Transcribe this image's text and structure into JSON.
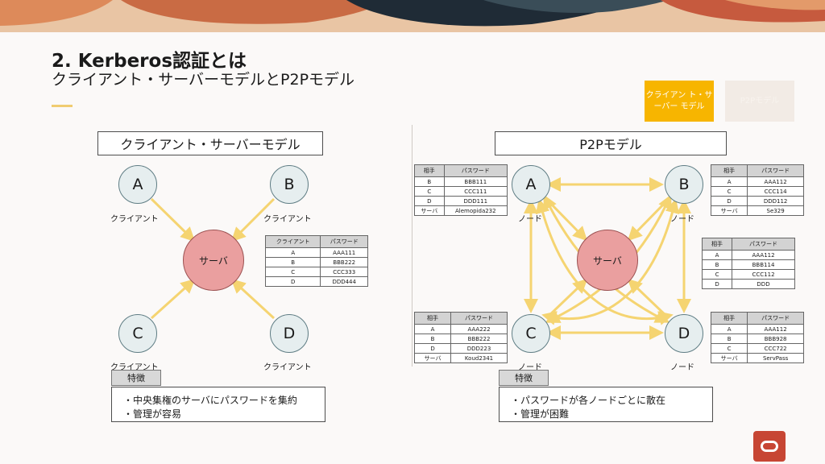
{
  "slide": {
    "title": "2. Kerberos認証とは",
    "subtitle": "クライアント・サーバーモデルとP2Pモデル"
  },
  "tabs": {
    "active": "クライアン ト・サーバー モデル",
    "inactive": "P2Pモデル"
  },
  "left": {
    "section_title": "クライアント・サーバーモデル",
    "server_label": "サーバ",
    "nodes": [
      {
        "name": "A",
        "label": "クライアント"
      },
      {
        "name": "B",
        "label": "クライアント"
      },
      {
        "name": "C",
        "label": "クライアント"
      },
      {
        "name": "D",
        "label": "クライアント"
      }
    ],
    "table": {
      "headers": [
        "クライアント",
        "パスワード"
      ],
      "rows": [
        [
          "A",
          "AAA111"
        ],
        [
          "B",
          "BBB222"
        ],
        [
          "C",
          "CCC333"
        ],
        [
          "D",
          "DDD444"
        ]
      ]
    },
    "feature_label": "特徴",
    "features": [
      "・中央集権のサーバにパスワードを集約",
      "・管理が容易"
    ]
  },
  "right": {
    "section_title": "P2Pモデル",
    "server_label": "サーバ",
    "nodes": [
      {
        "name": "A",
        "label": "ノード"
      },
      {
        "name": "B",
        "label": "ノード"
      },
      {
        "name": "C",
        "label": "ノード"
      },
      {
        "name": "D",
        "label": "ノード"
      }
    ],
    "tables": {
      "A": {
        "headers": [
          "相手",
          "パスワード"
        ],
        "rows": [
          [
            "B",
            "BBB111"
          ],
          [
            "C",
            "CCC111"
          ],
          [
            "D",
            "DDD111"
          ],
          [
            "サーバ",
            "Alemopida232"
          ]
        ]
      },
      "B": {
        "headers": [
          "相手",
          "パスワード"
        ],
        "rows": [
          [
            "A",
            "AAA112"
          ],
          [
            "C",
            "CCC114"
          ],
          [
            "D",
            "DDD112"
          ],
          [
            "サーバ",
            "Se329"
          ]
        ]
      },
      "server": {
        "headers": [
          "相手",
          "パスワード"
        ],
        "rows": [
          [
            "A",
            "AAA112"
          ],
          [
            "B",
            "BBB114"
          ],
          [
            "C",
            "CCC112"
          ],
          [
            "D",
            "DDD"
          ]
        ]
      },
      "C": {
        "headers": [
          "相手",
          "パスワード"
        ],
        "rows": [
          [
            "A",
            "AAA222"
          ],
          [
            "B",
            "BBB222"
          ],
          [
            "D",
            "DDD223"
          ],
          [
            "サーバ",
            "Koud2341"
          ]
        ]
      },
      "D": {
        "headers": [
          "相手",
          "パスワード"
        ],
        "rows": [
          [
            "A",
            "AAA112"
          ],
          [
            "B",
            "BBB928"
          ],
          [
            "C",
            "CCC722"
          ],
          [
            "サーバ",
            "ServPass"
          ]
        ]
      }
    },
    "feature_label": "特徴",
    "features": [
      "・パスワードが各ノードごとに散在",
      "・管理が困難"
    ]
  },
  "colors": {
    "accent": "#f7b500",
    "arrow": "#f5d471",
    "server_fill": "#ea9f9f",
    "node_fill": "#e6eeef",
    "logo": "#c74634"
  }
}
